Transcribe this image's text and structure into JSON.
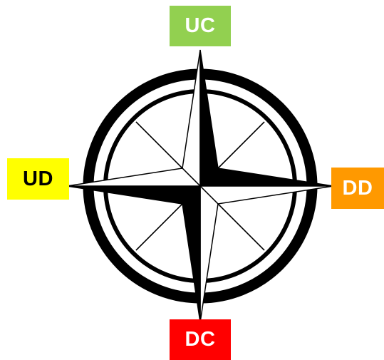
{
  "labels": {
    "north": {
      "text": "UC",
      "color": "#92D050"
    },
    "west": {
      "text": "UD",
      "color": "#FFFF00"
    },
    "east": {
      "text": "DD",
      "color": "#FF9900"
    },
    "south": {
      "text": "DC",
      "color": "#FF0000"
    }
  },
  "graphic": {
    "icon": "compass-rose-icon",
    "ink_color": "#000000",
    "paper_color": "#FFFFFF"
  }
}
